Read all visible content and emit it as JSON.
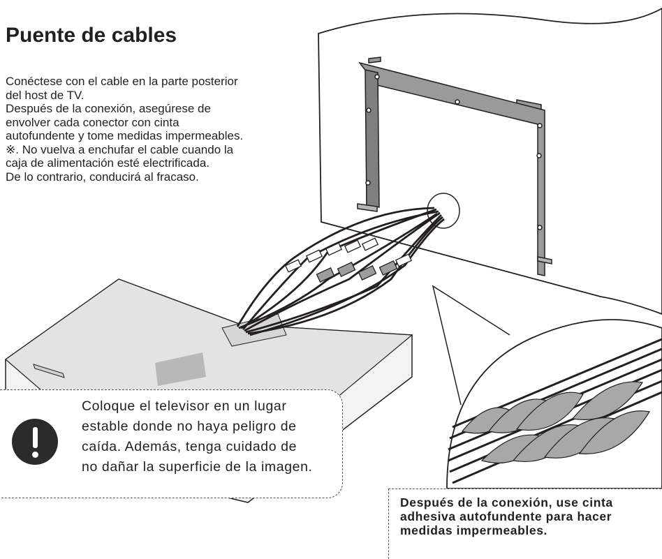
{
  "title": "Puente de cables",
  "instructions": [
    "Conéctese con el cable en la parte posterior",
    "del host de TV.",
    "Después de la conexión, asegúrese de",
    "envolver cada conector con cinta",
    "autofundente y tome medidas impermeables.",
    "※. No vuelva a enchufar el cable cuando la",
    "caja de alimentación esté electrificada.",
    "De lo contrario, conducirá al fracaso."
  ],
  "warning": {
    "icon": "exclamation-icon",
    "lines": [
      "Coloque el televisor en un lugar",
      "estable donde no haya peligro de",
      "caída. Además, tenga cuidado de",
      "no dañar la superficie de la imagen."
    ]
  },
  "note": {
    "lines": [
      "Después de la conexión, use cinta",
      "adhesiva autofundente para hacer",
      "medidas impermeables."
    ]
  },
  "colors": {
    "text": "#231f20",
    "wall": "#ffffff",
    "bracket": "#9a9a9a",
    "device": "#e3e3e3",
    "tape": "#a8a8a8",
    "cable": "#231f20"
  }
}
